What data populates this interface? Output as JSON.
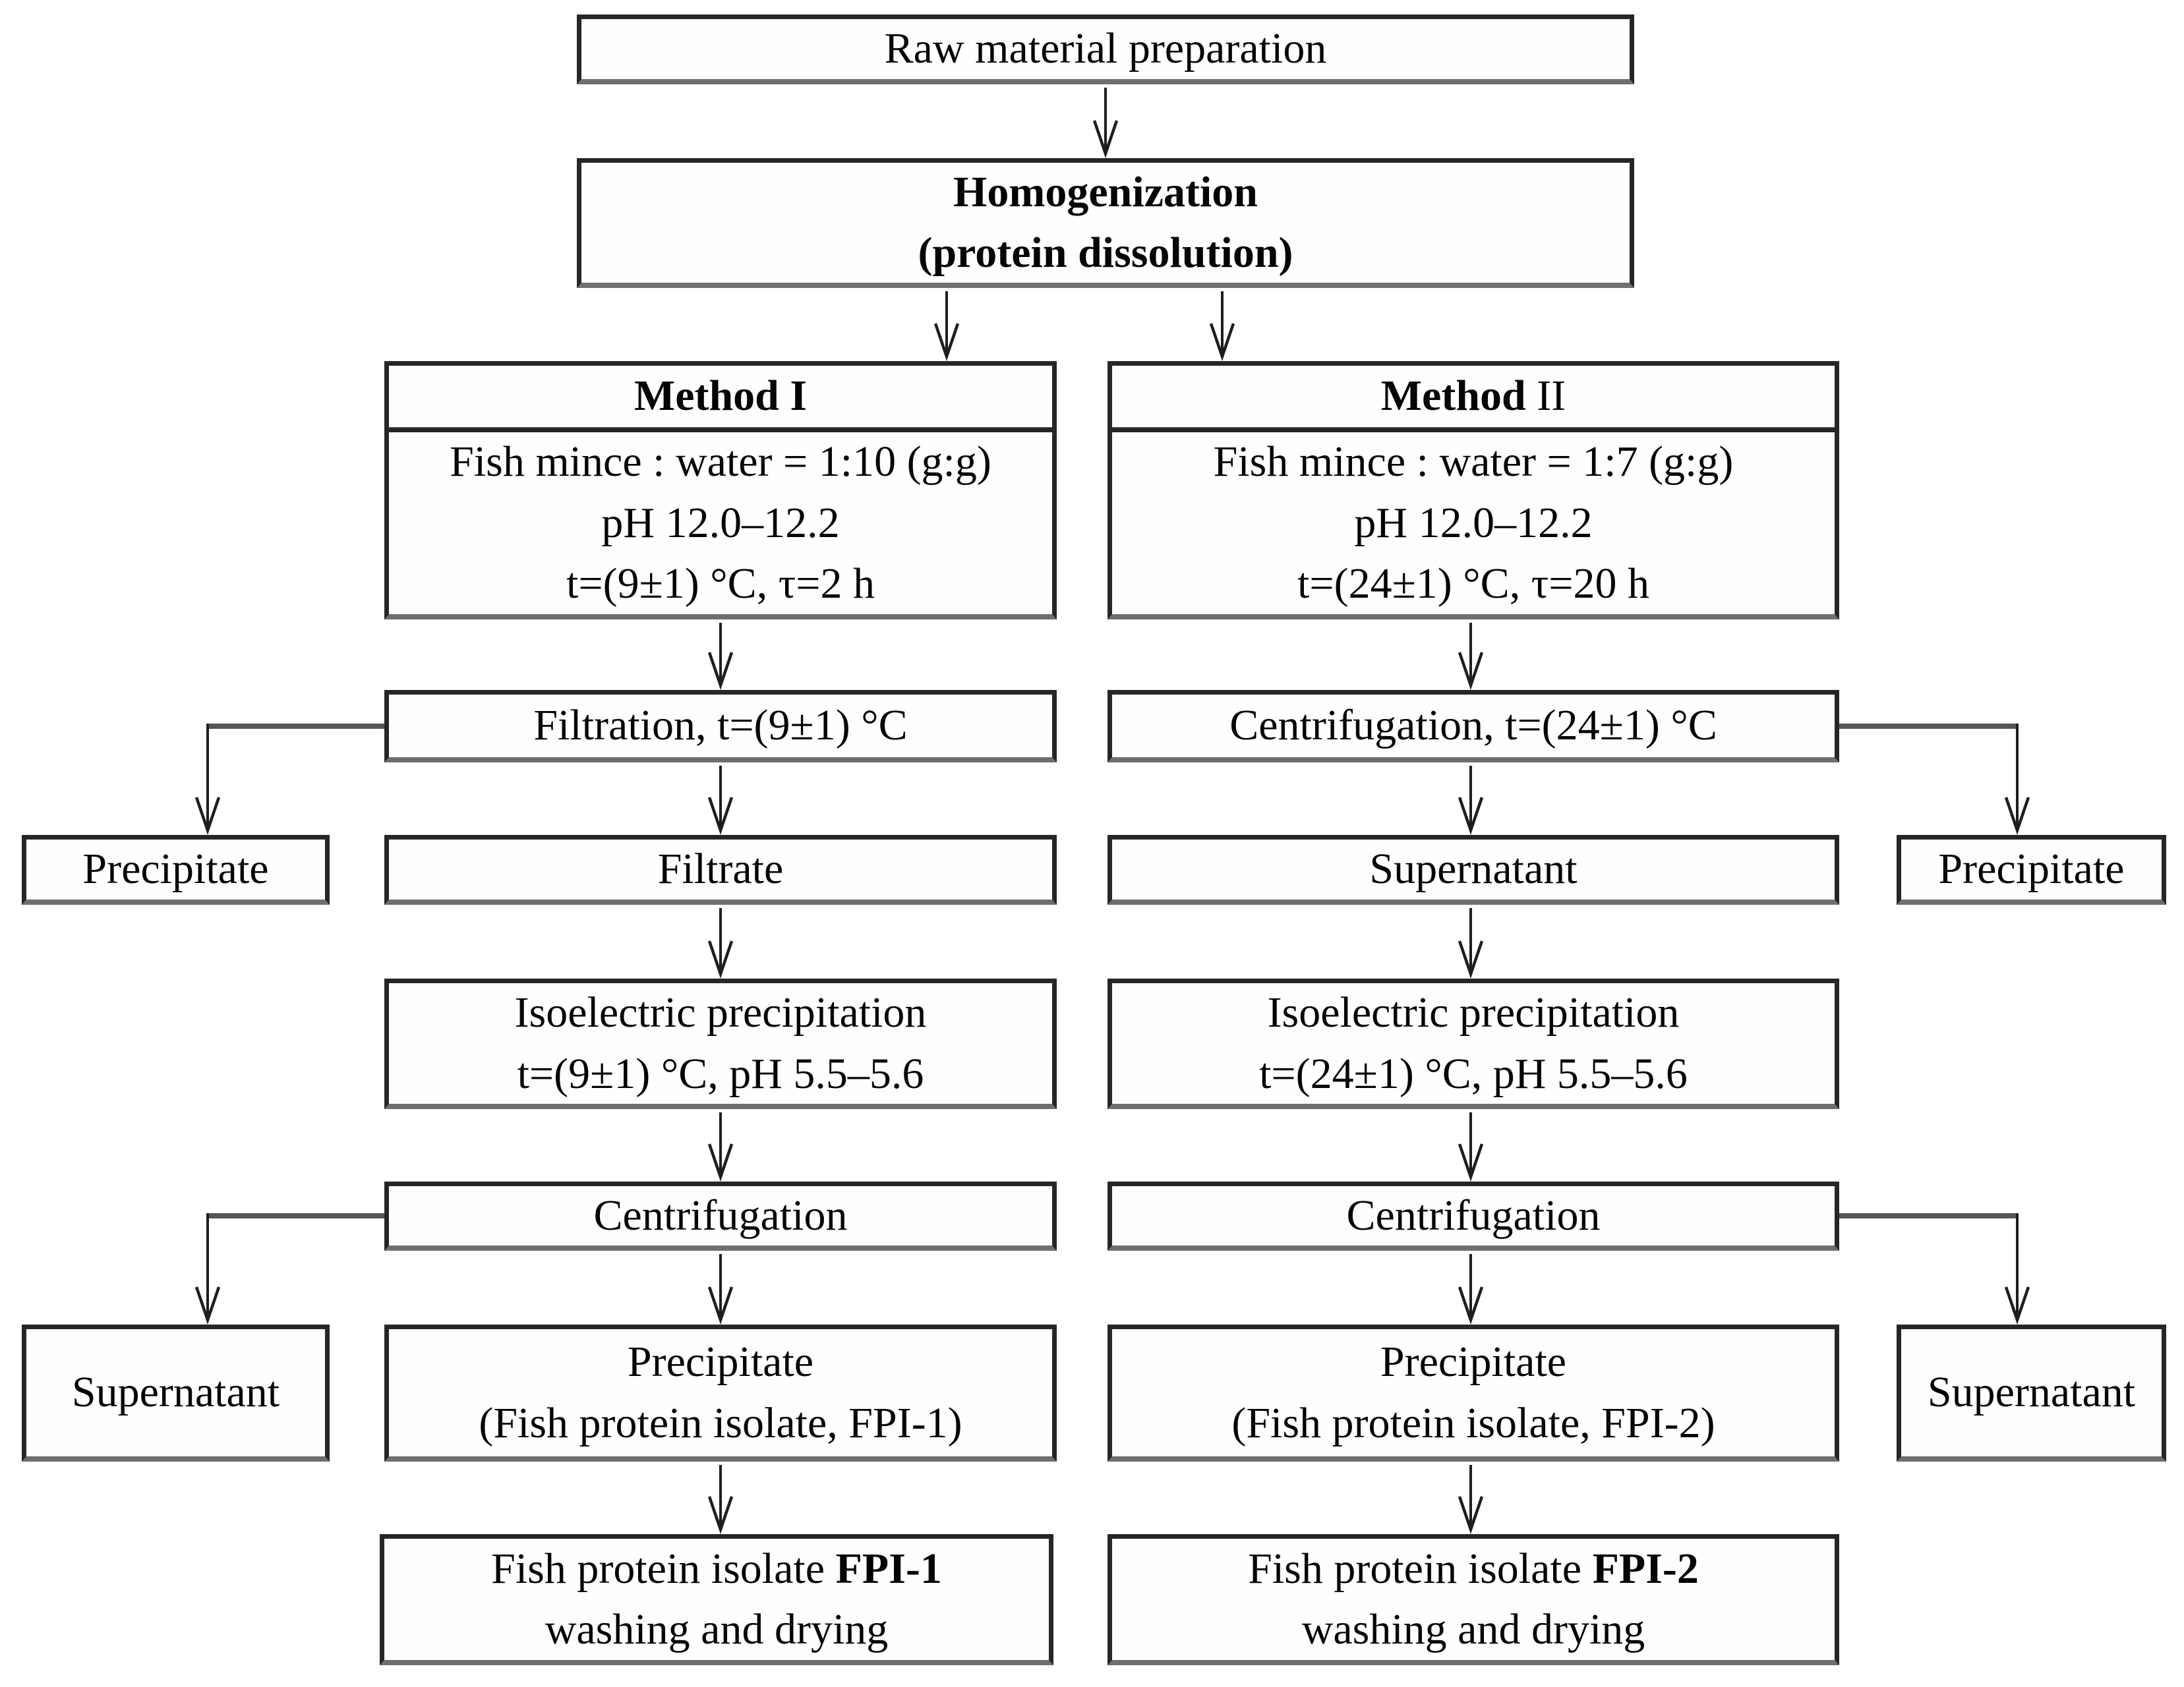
{
  "nodes": {
    "raw": {
      "label": "Raw material preparation"
    },
    "homogenization": {
      "line1": "Homogenization",
      "line2": "(protein dissolution)"
    },
    "method1": {
      "header": "Method I",
      "param1": "Fish mince : water = 1:10 (g:g)",
      "param2": "pH 12.0–12.2",
      "param3": "t=(9±1) °C, τ=2 h"
    },
    "method2": {
      "header_prefix": "Method ",
      "header_numeral": "II",
      "param1": "Fish mince : water = 1:7 (g:g)",
      "param2": "pH 12.0–12.2",
      "param3": "t=(24±1) °C, τ=20 h"
    },
    "filtration": {
      "label": "Filtration, t=(9±1) °C"
    },
    "centrifugation_m2_first": {
      "label": "Centrifugation, t=(24±1) °C"
    },
    "precipitate_far_left": {
      "label": "Precipitate"
    },
    "filtrate": {
      "label": "Filtrate"
    },
    "supernatant_m2": {
      "label": "Supernatant"
    },
    "precipitate_far_right": {
      "label": "Precipitate"
    },
    "iso1": {
      "line1": "Isoelectric precipitation",
      "line2": "t=(9±1) °C, pH 5.5–5.6"
    },
    "iso2": {
      "line1": "Isoelectric precipitation",
      "line2": "t=(24±1) °C, pH 5.5–5.6"
    },
    "centrifugation_m1_second": {
      "label": "Centrifugation"
    },
    "centrifugation_m2_second": {
      "label": "Centrifugation"
    },
    "supernatant_far_left": {
      "label": "Supernatant"
    },
    "fpi1_precipitate": {
      "line1": "Precipitate",
      "line2": "(Fish protein isolate, FPI-1)"
    },
    "fpi2_precipitate": {
      "line1": "Precipitate",
      "line2": "(Fish protein isolate, FPI-2)"
    },
    "supernatant_far_right": {
      "label": "Supernatant"
    },
    "final1": {
      "line1_prefix": "Fish protein isolate ",
      "line1_bold": "FPI-1",
      "line2": "washing and drying"
    },
    "final2": {
      "line1_prefix": "Fish protein isolate ",
      "line1_bold": "FPI-2",
      "line2": "washing and drying"
    }
  },
  "colors": {
    "background": "#ffffff",
    "box_border": "#262626",
    "box_border_shadow": "#6f6f6f",
    "connector_line": "#1e1e1e",
    "elbow_line": "#555555",
    "text": "#050505"
  }
}
